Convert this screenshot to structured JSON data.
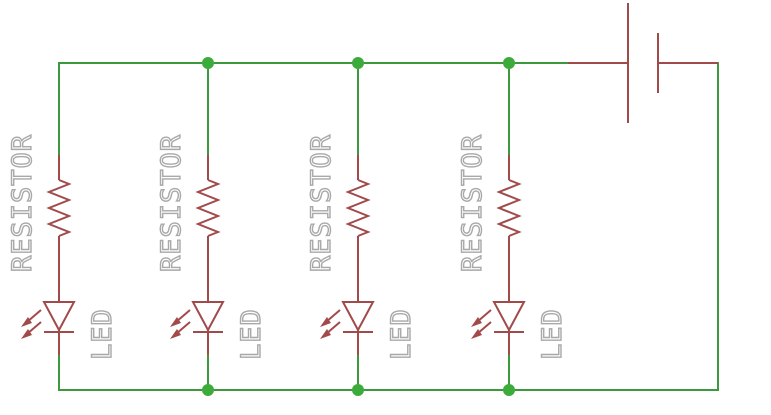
{
  "diagram": {
    "branches": [
      {
        "resistor_label": "RESISTOR",
        "led_label": "LED"
      },
      {
        "resistor_label": "RESISTOR",
        "led_label": "LED"
      },
      {
        "resistor_label": "RESISTOR",
        "led_label": "LED"
      },
      {
        "resistor_label": "RESISTOR",
        "led_label": "LED"
      }
    ],
    "colors": {
      "wire": "#3c9a3c",
      "component": "#a24a4a",
      "junction": "#3cab3c",
      "label_outline": "#a9a9a9"
    }
  }
}
